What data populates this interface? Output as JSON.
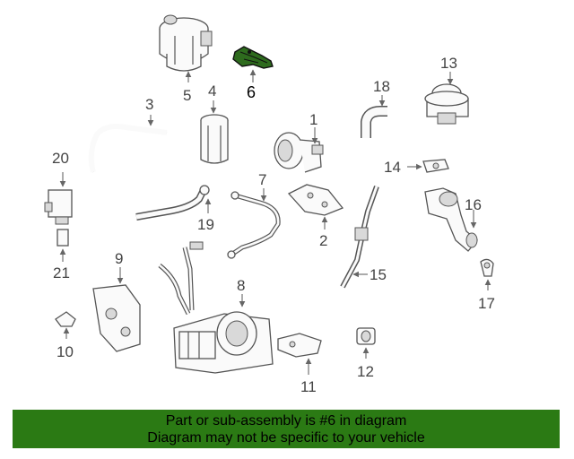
{
  "diagram": {
    "part_numbers": [
      "1",
      "2",
      "3",
      "4",
      "5",
      "6",
      "7",
      "8",
      "9",
      "10",
      "11",
      "12",
      "13",
      "14",
      "15",
      "16",
      "17",
      "18",
      "19",
      "20",
      "21"
    ],
    "highlighted_part": "6",
    "highlight_color": "#2e6b1e"
  },
  "banner": {
    "line1": "Part or sub-assembly is #6 in diagram",
    "line2": "Diagram may not be specific to your vehicle",
    "background": "#2b7a14"
  }
}
